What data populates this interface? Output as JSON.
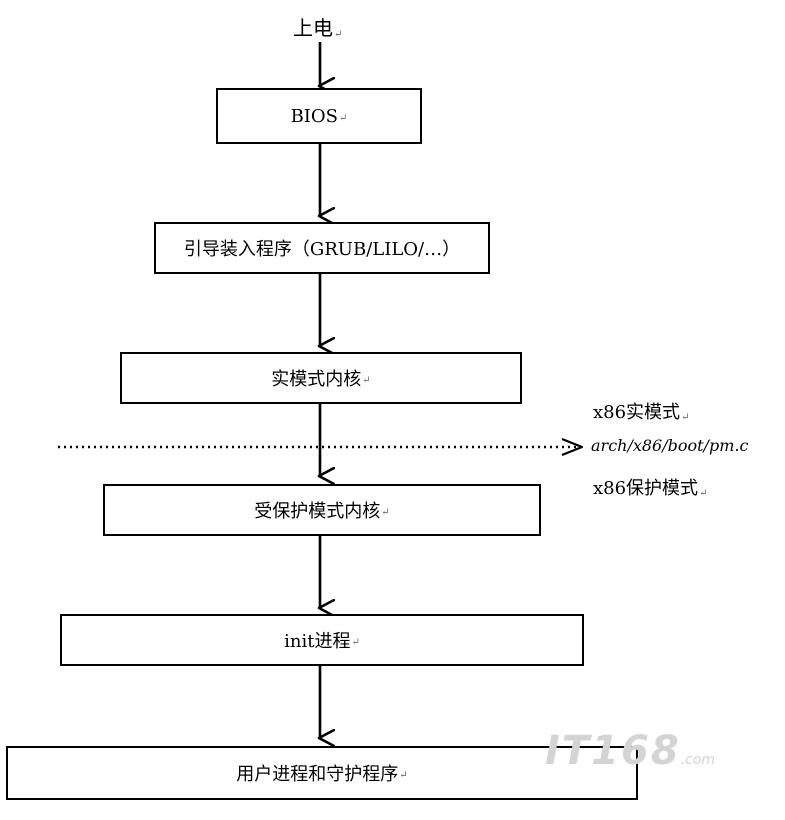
{
  "return_mark": "↵",
  "nodes": {
    "power_on": "上电",
    "bios": "BIOS",
    "bootloader": "引导装入程序（GRUB/LILO/…）",
    "real_mode_kernel": "实模式内核",
    "protected_mode_kernel": "受保护模式内核",
    "init": "init进程",
    "user_processes": "用户进程和守护程序"
  },
  "side_labels": {
    "x86_real_mode": "x86实模式",
    "source_file": "arch/x86/boot/pm.c",
    "x86_protected_mode": "x86保护模式"
  },
  "watermark": {
    "text": "IT168",
    "suffix": ".com"
  }
}
